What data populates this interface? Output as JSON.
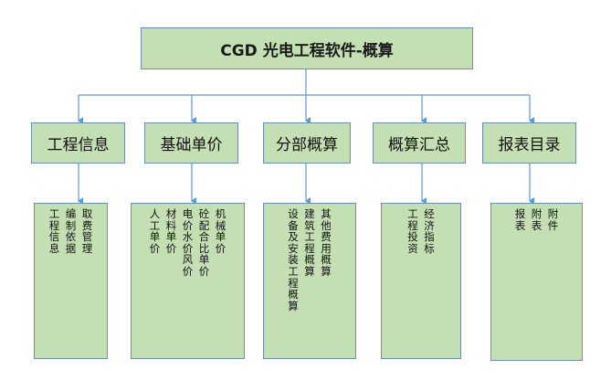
{
  "title": "CGD 光电工程软件-概算",
  "categories": [
    {
      "label": "工程信息",
      "details": [
        "取费管理",
        "编制依据",
        "工程信息"
      ]
    },
    {
      "label": "基础单价",
      "details": [
        "机械单价",
        "砼配合比单价",
        "电价水价风价",
        "材料单价",
        "人工单价"
      ]
    },
    {
      "label": "分部概算",
      "details": [
        "其他费用概算",
        "建筑工程概算",
        "设备及安装工程概算"
      ]
    },
    {
      "label": "概算汇总",
      "details": [
        "经济指标",
        "工程投资"
      ]
    },
    {
      "label": "报表目录",
      "details": [
        "附件",
        "附表",
        "报表"
      ]
    }
  ],
  "colors": {
    "box_fill": "#c5dfb4",
    "box_border": "#6d8fae",
    "connector": "#5b9bd5"
  }
}
